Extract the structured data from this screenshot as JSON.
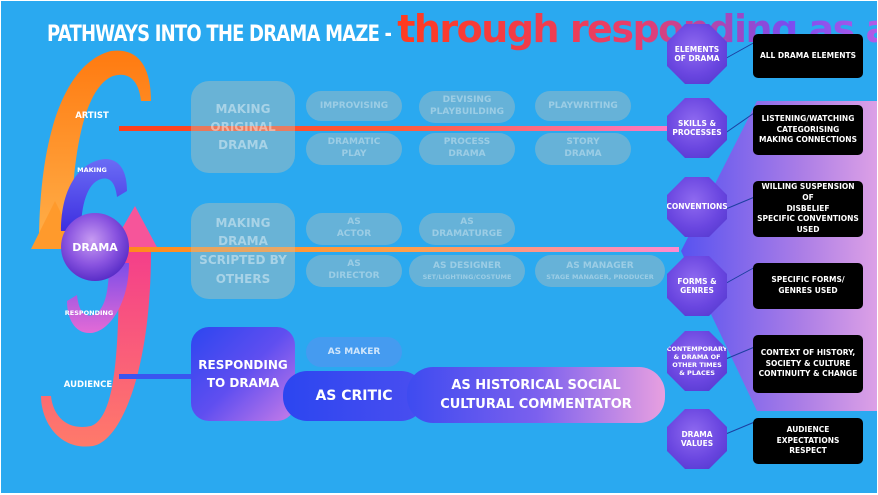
{
  "title": {
    "prefix": "PATHWAYS INTO THE DRAMA MAZE -",
    "highlight": "through responding as a critic"
  },
  "cycle": {
    "artist": "ARTIST",
    "making": "MAKING",
    "drama": "DRAMA",
    "responding": "RESPONDING",
    "audience": "AUDIENCE"
  },
  "rows": {
    "making_original": {
      "label": [
        "MAKING",
        "ORIGINAL",
        "DRAMA"
      ],
      "roles": [
        [
          "IMPROVISING"
        ],
        [
          "DEVISING",
          "PLAYBUILDING"
        ],
        [
          "PLAYWRITING"
        ],
        [
          "DRAMATIC",
          "PLAY"
        ],
        [
          "PROCESS",
          "DRAMA"
        ],
        [
          "STORY",
          "DRAMA"
        ]
      ]
    },
    "making_scripted": {
      "label": [
        "MAKING",
        "DRAMA",
        "SCRIPTED BY",
        "OTHERS"
      ],
      "roles": [
        [
          "AS",
          "ACTOR"
        ],
        [
          "AS",
          "DRAMATURGE"
        ],
        [
          "AS",
          "DIRECTOR"
        ],
        [
          "AS DESIGNER",
          "SET/LIGHTING/COSTUME"
        ],
        [
          "AS MANAGER",
          "STAGE MANAGER, PRODUCER"
        ]
      ]
    },
    "responding": {
      "label": [
        "RESPONDING",
        "TO DRAMA"
      ],
      "as_maker": "AS MAKER",
      "as_critic": "AS CRITIC",
      "as_commentator": [
        "AS HISTORICAL SOCIAL",
        "CULTURAL COMMENTATOR"
      ]
    }
  },
  "aspects": [
    {
      "name": [
        "ELEMENTS",
        "OF DRAMA"
      ],
      "detail": [
        "ALL DRAMA ELEMENTS"
      ]
    },
    {
      "name": [
        "SKILLS &",
        "PROCESSES"
      ],
      "detail": [
        "LISTENING/WATCHING",
        "CATEGORISING",
        "MAKING CONNECTIONS"
      ]
    },
    {
      "name": [
        "CONVENTIONS"
      ],
      "detail": [
        "WILLING SUSPENSION OF",
        "DISBELIEF",
        "SPECIFIC CONVENTIONS",
        "USED"
      ]
    },
    {
      "name": [
        "FORMS &",
        "GENRES"
      ],
      "detail": [
        "SPECIFIC FORMS/",
        "GENRES USED"
      ]
    },
    {
      "name": [
        "CONTEMPORARY",
        "& DRAMA OF",
        "OTHER TIMES",
        "& PLACES"
      ],
      "detail": [
        "CONTEXT OF HISTORY,",
        "SOCIETY & CULTURE",
        "CONTINUITY & CHANGE"
      ]
    },
    {
      "name": [
        "DRAMA",
        "VALUES"
      ],
      "detail": [
        "AUDIENCE",
        "EXPECTATIONS",
        "RESPECT"
      ]
    }
  ],
  "colors": {
    "background": "#2aa9f0",
    "orange": "#ff8a1c",
    "purple": "#7a4df0",
    "pink": "#ff6fd8",
    "blue": "#2c46f0"
  }
}
